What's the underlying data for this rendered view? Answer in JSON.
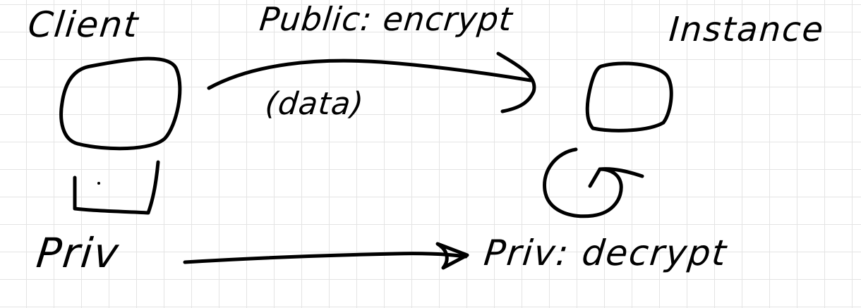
{
  "labels": {
    "client": "Client",
    "public_encrypt": "Public: encrypt",
    "instance": "Instance",
    "data": "(data)",
    "priv_left": "Priv",
    "priv_decrypt": "Priv: decrypt"
  },
  "colors": {
    "ink": "#000000",
    "grid": "#e4e4e4",
    "background": "#ffffff"
  }
}
